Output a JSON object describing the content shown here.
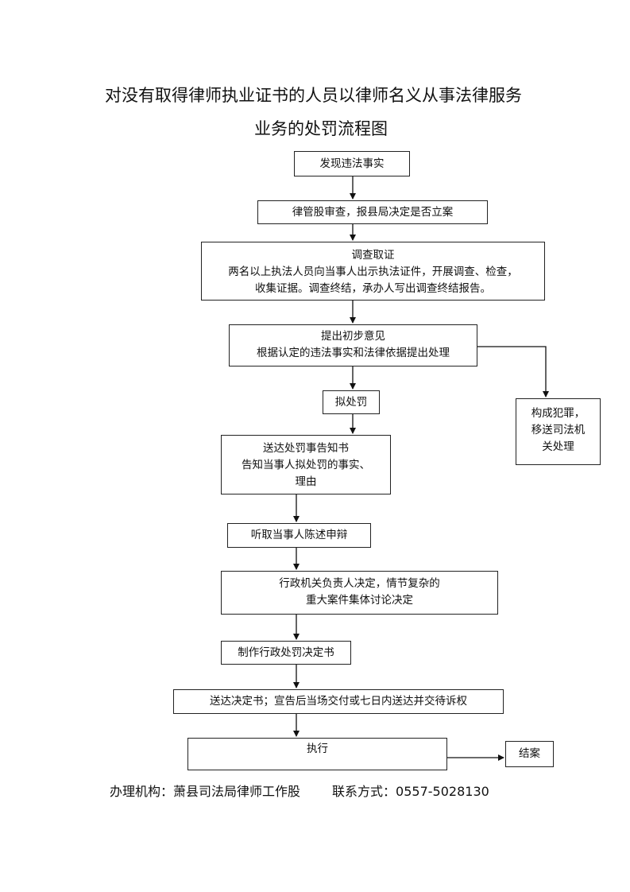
{
  "title": {
    "line1": "对没有取得律师执业证书的人员以律师名义从事法律服务",
    "line2": "业务的处罚流程图"
  },
  "steps": {
    "discover": "发现违法事实",
    "review": "律管股审查，报县局决定是否立案",
    "investigate": {
      "line1": "调查取证",
      "line2": "两名以上执法人员向当事人出示执法证件，开展调查、检查，",
      "line3": "收集证据。调查终结，承办人写出调查终结报告。"
    },
    "opinion": {
      "line1": "提出初步意见",
      "line2": "根据认定的违法事实和法律依据提出处理"
    },
    "crime": {
      "line1": "构成犯罪，",
      "line2": "移送司法机",
      "line3": "关处理"
    },
    "propose": "拟处罚",
    "notice": {
      "line1": "送达处罚事告知书",
      "line2": "告知当事人拟处罚的事实、",
      "line3": "理由"
    },
    "hearing": "听取当事人陈述申辩",
    "decide": {
      "line1": "行政机关负责人决定，情节复杂的",
      "line2": "重大案件集体讨论决定"
    },
    "make_decision": "制作行政处罚决定书",
    "deliver": "送达决定书；宣告后当场交付或七日内送达并交待诉权",
    "execute": "执行",
    "close": "结案"
  },
  "footer": {
    "org_label": "办理机构：",
    "org": "萧县司法局律师工作股",
    "contact_label": "联系方式：",
    "phone": "0557-5028130"
  }
}
